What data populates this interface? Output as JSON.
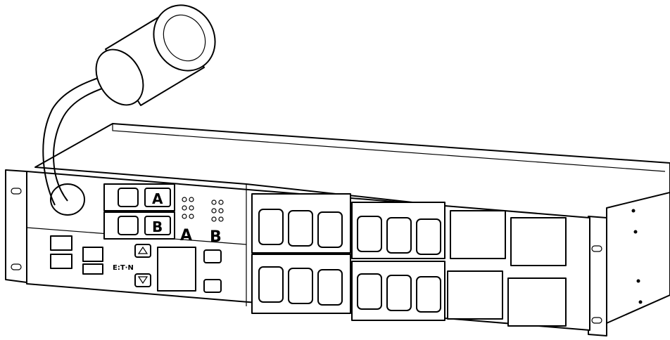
{
  "illustration": {
    "breaker_labels": [
      "A",
      "B"
    ],
    "phase_labels": [
      "A",
      "B"
    ],
    "brand_mark": "E:T·N",
    "outlet_banks": {
      "top_c13_count": 6,
      "bottom_c13_count": 6,
      "top_c19_count": 2,
      "bottom_c19_count": 2
    },
    "colors": {
      "line": "#000000",
      "fill": "#ffffff"
    }
  }
}
